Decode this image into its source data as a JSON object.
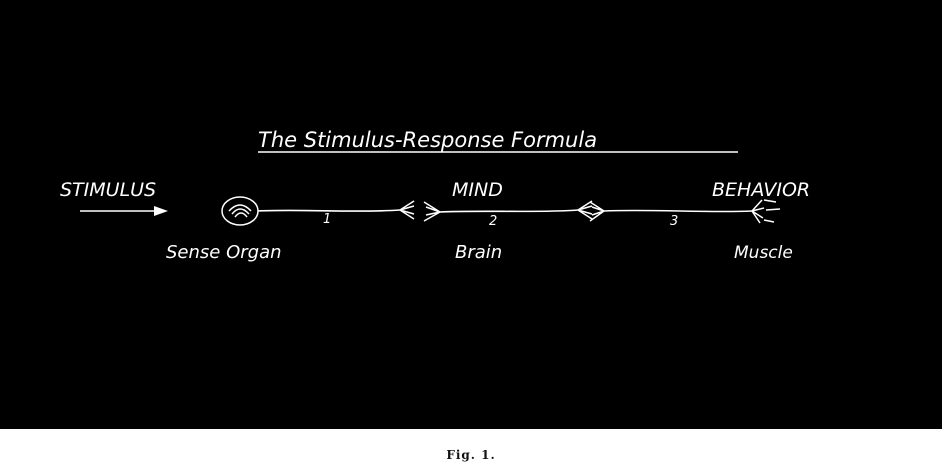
{
  "diagram": {
    "title": "The Stimulus-Response Formula",
    "stimulus_label": "STIMULUS",
    "top_labels": {
      "mind": "MIND",
      "behavior": "BEHAVIOR"
    },
    "bottom_labels": {
      "sense_organ": "Sense Organ",
      "brain": "Brain",
      "muscle": "Muscle"
    },
    "path_numbers": [
      "1",
      "2",
      "3"
    ],
    "colors": {
      "background": "#000000",
      "ink": "#ffffff",
      "page": "#ffffff"
    }
  },
  "caption": "Fig. 1."
}
